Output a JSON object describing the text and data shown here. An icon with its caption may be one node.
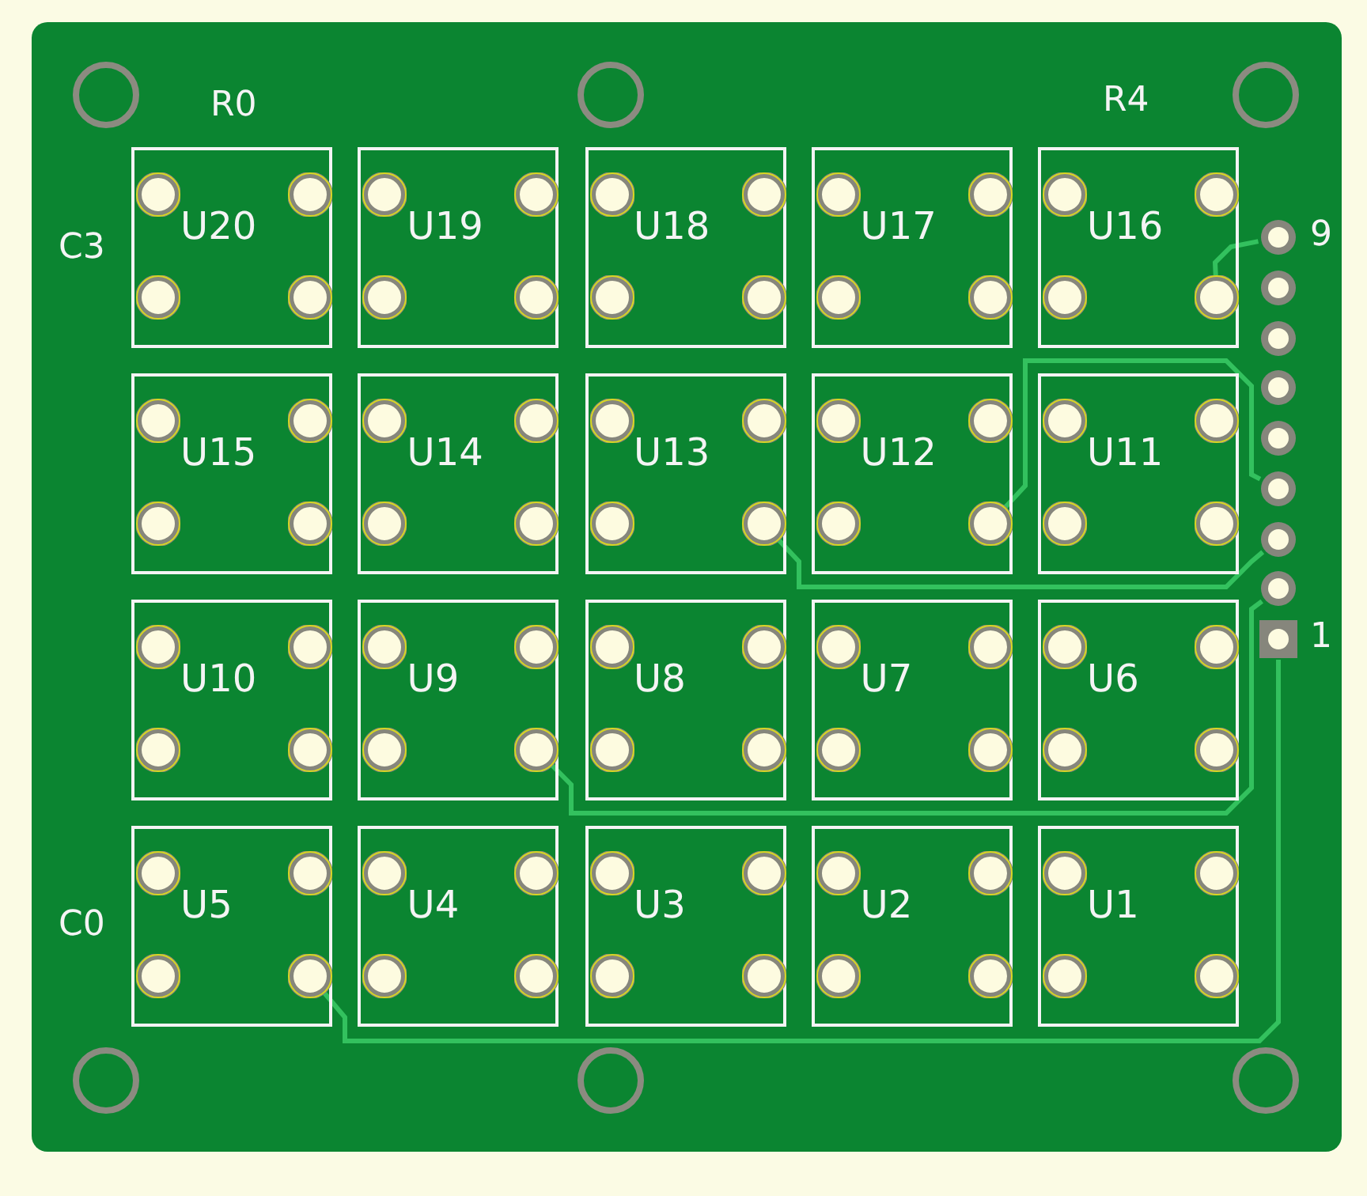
{
  "diagram": {
    "nodes": [
      {
        "text": [
          "U20"
        ]
      },
      {
        "text": [
          "U19"
        ]
      },
      {
        "text": [
          "U18"
        ]
      },
      {
        "text": [
          "U17"
        ]
      },
      {
        "text": [
          "U16"
        ]
      },
      {
        "text": [
          "U15"
        ]
      },
      {
        "text": [
          "U14"
        ]
      },
      {
        "text": [
          "U13"
        ]
      },
      {
        "text": [
          "U12"
        ]
      },
      {
        "text": [
          "U11"
        ]
      },
      {
        "text": [
          "U10"
        ]
      },
      {
        "text": [
          "U9"
        ]
      },
      {
        "text": [
          "U8"
        ]
      },
      {
        "text": [
          "U7"
        ]
      },
      {
        "text": [
          "U6"
        ]
      },
      {
        "text": [
          "U5"
        ]
      },
      {
        "text": [
          "U4"
        ]
      },
      {
        "text": [
          "U3"
        ]
      },
      {
        "text": [
          "U2"
        ]
      },
      {
        "text": [
          "U1"
        ]
      },
      {
        "text": [],
        "shape": "circle",
        "beside": [
          "9"
        ]
      },
      {
        "text": [],
        "shape": "circle"
      },
      {
        "text": [],
        "shape": "circle"
      },
      {
        "text": [],
        "shape": "circle"
      },
      {
        "text": [],
        "shape": "circle"
      },
      {
        "text": [],
        "shape": "circle"
      },
      {
        "text": [],
        "shape": "circle"
      },
      {
        "text": [],
        "shape": "circle"
      },
      {
        "text": [],
        "shape": "box",
        "beside": [
          "1"
        ]
      }
    ],
    "edges": [
      {
        "from": 4,
        "to": 20,
        "arrow": "none"
      },
      {
        "from": 8,
        "to": 25,
        "arrow": "none"
      },
      {
        "from": 7,
        "to": 26,
        "arrow": "none"
      },
      {
        "from": 11,
        "to": 27,
        "arrow": "none"
      },
      {
        "from": 15,
        "to": 28,
        "arrow": "none"
      }
    ],
    "labels": [
      "R0",
      "R4",
      "C3",
      "C0"
    ]
  }
}
